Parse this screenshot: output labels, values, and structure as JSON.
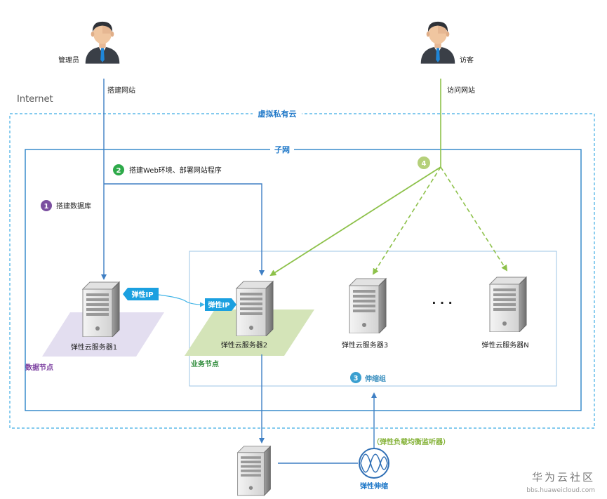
{
  "people": {
    "admin": {
      "label": "管理员",
      "action": "搭建网站"
    },
    "visitor": {
      "label": "访客",
      "action": "访问网站"
    }
  },
  "zones": {
    "internet": "Internet",
    "vpc": "虚拟私有云",
    "subnet": "子网",
    "scaling_group": "伸缩组"
  },
  "steps": [
    {
      "number": "1",
      "label": "搭建数据库",
      "color": "#7b4fa0"
    },
    {
      "number": "2",
      "label": "搭建Web环境、部署网站程序",
      "color": "#2eaa4a"
    },
    {
      "number": "3",
      "label": "伸缩组",
      "color": "#3a9fd0"
    },
    {
      "number": "4",
      "label": "",
      "color": "#b5d07a"
    }
  ],
  "servers": [
    {
      "label": "弹性云服务器1"
    },
    {
      "label": "弹性云服务器2"
    },
    {
      "label": "弹性云服务器3"
    },
    {
      "label": "弹性云服务器N"
    }
  ],
  "ellipsis": "· · ·",
  "eip_label": "弹性IP",
  "nodes": {
    "data": "数据节点",
    "business": "业务节点"
  },
  "autoscaling": {
    "label": "弹性伸缩",
    "listener": "（弹性负载均衡监听器）"
  },
  "watermark": {
    "name": "华为云社区",
    "url": "bbs.huaweicloud.com"
  },
  "colors": {
    "blue_line": "#3f7fc4",
    "green_line": "#8dc14a",
    "vpc_border": "#5bb8e8",
    "subnet_border": "#2a82c8",
    "group_border": "#9ec4e4",
    "eip_bg": "#1ba0e0"
  }
}
